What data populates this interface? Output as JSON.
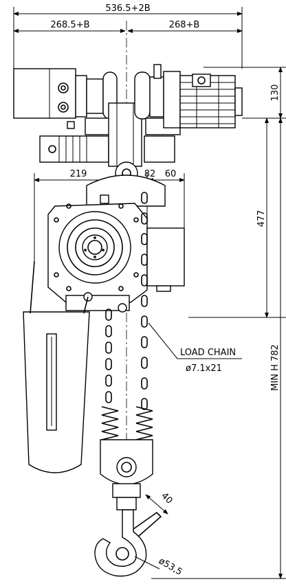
{
  "dimensions": {
    "overall_width": "536.5+2B",
    "left_width": "268.5+B",
    "right_width": "268+B",
    "motor_height": "130",
    "body_width": "219",
    "chain_offset": "82",
    "side_offset": "60",
    "trolley_to_hook_top": "477",
    "min_headroom": "MIN H 782",
    "hook_opening": "40",
    "hook_diameter": "ø53,5"
  },
  "callouts": {
    "load_chain_title": "LOAD CHAIN",
    "load_chain_spec": "ø7.1x21"
  }
}
